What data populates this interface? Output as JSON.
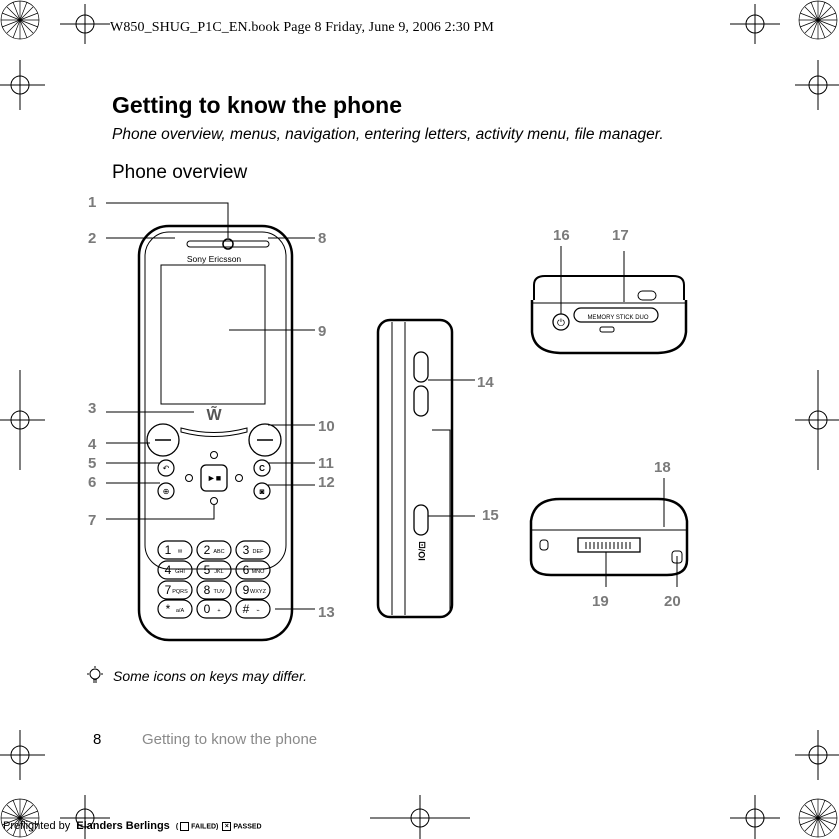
{
  "print_header": "W850_SHUG_P1C_EN.book  Page 8  Friday, June 9, 2006  2:30 PM",
  "page": {
    "title": "Getting to know the phone",
    "subtitle": "Phone overview, menus, navigation, entering letters, activity menu, file manager.",
    "section_heading": "Phone overview"
  },
  "phone": {
    "brand": "Sony Ericsson",
    "memory_label": "MEMORY STICK DUO",
    "side_key_label": "IO/⊡"
  },
  "keypad": [
    {
      "digit": "1",
      "letters": "✉"
    },
    {
      "digit": "2",
      "letters": "ABC"
    },
    {
      "digit": "3",
      "letters": "DEF"
    },
    {
      "digit": "4",
      "letters": "GHI"
    },
    {
      "digit": "5",
      "letters": "JKL"
    },
    {
      "digit": "6",
      "letters": "MNO"
    },
    {
      "digit": "7",
      "letters": "PQRS"
    },
    {
      "digit": "8",
      "letters": "TUV"
    },
    {
      "digit": "9",
      "letters": "WXYZ"
    },
    {
      "digit": "*",
      "letters": "a/A"
    },
    {
      "digit": "0",
      "letters": "+"
    },
    {
      "digit": "#",
      "letters": "⌁"
    }
  ],
  "callouts": [
    "1",
    "2",
    "3",
    "4",
    "5",
    "6",
    "7",
    "8",
    "9",
    "10",
    "11",
    "12",
    "13",
    "14",
    "15",
    "16",
    "17",
    "18",
    "19",
    "20"
  ],
  "tip_text": "Some icons on keys may differ.",
  "footer": {
    "page_number": "8",
    "running_title": "Getting to know the phone"
  },
  "preflight": {
    "prefix": "Preflighted by",
    "company": "Elanders Berlings",
    "failed": "FAILED",
    "passed": "PASSED"
  }
}
